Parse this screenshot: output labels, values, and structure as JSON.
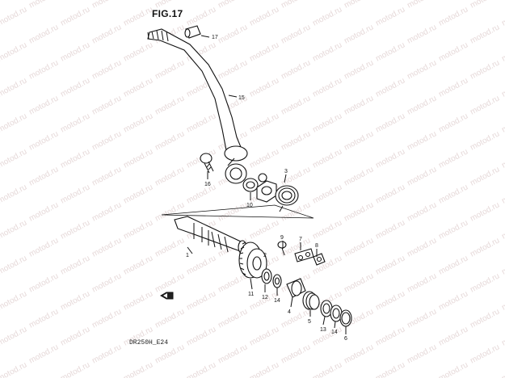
{
  "figure": {
    "title": "FIG.17",
    "model_label": "DR250H_E24",
    "watermark_text": "motod.ru"
  },
  "callouts": [
    {
      "id": "c17",
      "label": "17"
    },
    {
      "id": "c15",
      "label": "15"
    },
    {
      "id": "c16",
      "label": "16"
    },
    {
      "id": "c10",
      "label": "10"
    },
    {
      "id": "c3",
      "label": "3"
    },
    {
      "id": "c1",
      "label": "1"
    },
    {
      "id": "c9",
      "label": "9"
    },
    {
      "id": "c7",
      "label": "7"
    },
    {
      "id": "c8",
      "label": "8"
    },
    {
      "id": "c2",
      "label": "2"
    },
    {
      "id": "c11",
      "label": "11"
    },
    {
      "id": "c12",
      "label": "12"
    },
    {
      "id": "c14a",
      "label": "14"
    },
    {
      "id": "c4",
      "label": "4"
    },
    {
      "id": "c5",
      "label": "5"
    },
    {
      "id": "c13",
      "label": "13"
    },
    {
      "id": "c14b",
      "label": "14"
    },
    {
      "id": "c6",
      "label": "6"
    }
  ],
  "colors": {
    "line": "#111111",
    "watermark": "#e6d9d9",
    "background": "#ffffff"
  }
}
